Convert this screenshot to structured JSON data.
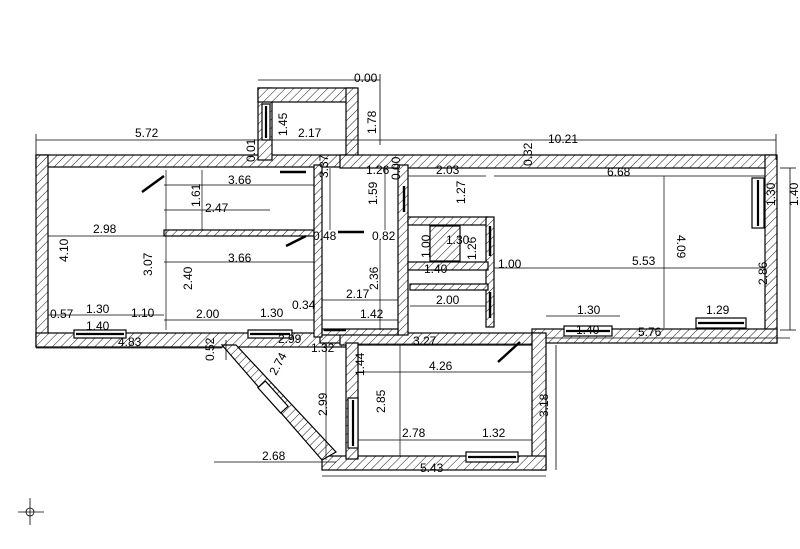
{
  "labels": {
    "top_000": "0.00",
    "top_572": "5.72",
    "top_1021": "10.21",
    "d_145": "1.45",
    "d_217a": "2.17",
    "d_178": "1.78",
    "d_001": "0.01",
    "d_337": "3.37",
    "d_126": "1.26",
    "d_000b": "0.00",
    "d_203": "2.03",
    "d_032": "0.32",
    "d_668": "6.68",
    "d_140r": "1.40",
    "d_130r": "1.30",
    "d_366a": "3.66",
    "d_161": "1.61",
    "d_247": "2.47",
    "d_159": "1.59",
    "d_127": "1.27",
    "d_298": "2.98",
    "d_410": "4.10",
    "d_048": "0.48",
    "d_082": "0.82",
    "d_100a": "1.00",
    "d_130c": "1.30",
    "d_126b": "1.26",
    "d_409": "4.09",
    "d_307": "3.07",
    "d_240": "2.40",
    "d_366b": "3.66",
    "d_236": "2.36",
    "d_140c": "1.40",
    "d_100b": "1.00",
    "d_553": "5.53",
    "d_286": "2.86",
    "d_217b": "2.17",
    "d_034": "0.34",
    "d_200c": "2.00",
    "d_057": "0.57",
    "d_130a": "1.30",
    "d_110": "1.10",
    "d_200a": "2.00",
    "d_130b": "1.30",
    "d_142": "1.42",
    "d_130d": "1.30",
    "d_129": "1.29",
    "d_140a": "1.40",
    "d_140d": "1.40",
    "d_576": "5.76",
    "d_483": "4.83",
    "d_299a": "2.99",
    "d_132a": "1.32",
    "d_327": "3.27",
    "d_052": "0.52",
    "d_274": "2.74",
    "d_144": "1.44",
    "d_426": "4.26",
    "d_318": "3.18",
    "d_299b": "2.99",
    "d_285": "2.85",
    "d_278": "2.78",
    "d_132b": "1.32",
    "d_268": "2.68",
    "d_543": "5.43"
  }
}
